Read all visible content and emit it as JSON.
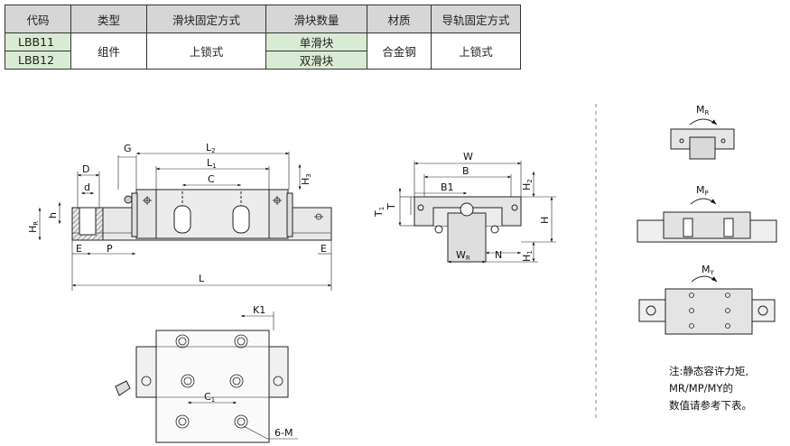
{
  "table": {
    "headers": [
      "代码",
      "类型",
      "滑块固定方式",
      "滑块数量",
      "材质",
      "导轨固定方式"
    ],
    "codes": [
      "LBB11",
      "LBB12"
    ],
    "type": "组件",
    "block_fix": "上锁式",
    "quantities": [
      "单滑块",
      "双滑块"
    ],
    "material": "合金钢",
    "rail_fix": "上锁式"
  },
  "dims": {
    "G": "G",
    "L2": "L",
    "L2s": "2",
    "L1": "L",
    "L1s": "1",
    "C": "C",
    "D": "D",
    "d": "d",
    "H3": "H",
    "H3s": "3",
    "HR": "H",
    "HRs": "R",
    "h": "h",
    "E": "E",
    "P": "P",
    "L": "L",
    "W": "W",
    "B": "B",
    "B1": "B1",
    "H2": "H",
    "H2s": "2",
    "T1": "T",
    "T1s": "1",
    "T": "T",
    "H": "H",
    "WR": "W",
    "WRs": "R",
    "N": "N",
    "H1": "H",
    "H1s": "1",
    "K1": "K1",
    "C1": "C",
    "C1s": "1",
    "M6": "6-M"
  },
  "moments": {
    "MR": "M",
    "MRs": "R",
    "MP": "M",
    "MPs": "P",
    "MY": "M",
    "MYs": "Y"
  },
  "note": {
    "line1": "注:静态容许力矩,",
    "line2": "MR/MP/MY的",
    "line3": "数值请参考下表。"
  },
  "colors": {
    "header_bg": "#d6d6d6",
    "code_bg": "#d9ebd4",
    "part_fill": "#e8e8e8"
  }
}
